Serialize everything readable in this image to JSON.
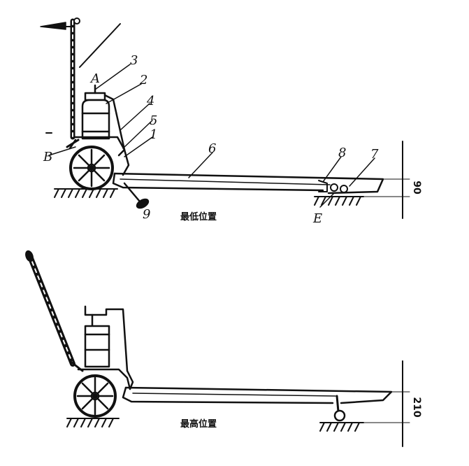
{
  "top_view": {
    "caption": "最低位置",
    "part_labels": [
      "1",
      "2",
      "3",
      "4",
      "5",
      "6",
      "7",
      "8",
      "9",
      "A",
      "B",
      "E"
    ],
    "dimension": "90"
  },
  "bottom_view": {
    "caption": "最高位置",
    "dimension": "210"
  },
  "colors": {
    "ink": "#111111",
    "background": "#ffffff"
  }
}
